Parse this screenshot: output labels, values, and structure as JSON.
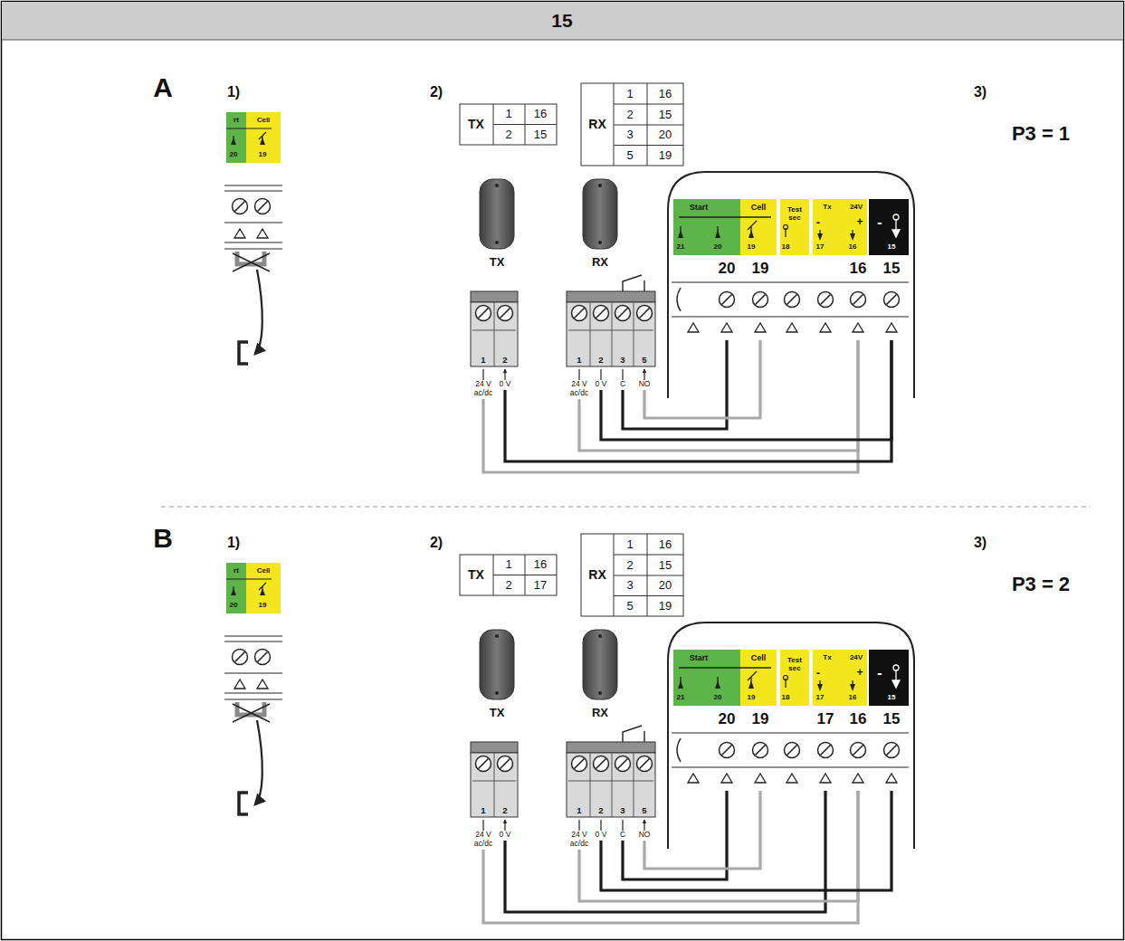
{
  "diagram": {
    "title": "15",
    "nodes": [
      {
        "text": [
          "1",
          "24 V ac/dc"
        ]
      },
      {
        "text": [
          "2",
          "0 V"
        ]
      },
      {
        "text": [
          "1",
          "24 V ac/dc"
        ]
      },
      {
        "text": [
          "2",
          "0 V"
        ]
      },
      {
        "text": [
          "3",
          "C"
        ]
      },
      {
        "text": [
          "5",
          "NO"
        ]
      },
      {
        "text": [
          "20"
        ]
      },
      {
        "text": [
          "19"
        ]
      },
      {
        "text": [
          "16"
        ]
      },
      {
        "text": [
          "15"
        ]
      },
      {
        "text": [
          "1",
          "24 V ac/dc"
        ]
      },
      {
        "text": [
          "2",
          "0 V"
        ]
      },
      {
        "text": [
          "1",
          "24 V ac/dc"
        ]
      },
      {
        "text": [
          "2",
          "0 V"
        ]
      },
      {
        "text": [
          "3",
          "C"
        ]
      },
      {
        "text": [
          "5",
          "NO"
        ]
      },
      {
        "text": [
          "20"
        ]
      },
      {
        "text": [
          "19"
        ]
      },
      {
        "text": [
          "17"
        ]
      },
      {
        "text": [
          "16"
        ]
      },
      {
        "text": [
          "15"
        ]
      }
    ],
    "edges": [
      {
        "from": 0,
        "to": 8,
        "arrow": "none"
      },
      {
        "from": 1,
        "to": 9,
        "arrow": "none"
      },
      {
        "from": 2,
        "to": 8,
        "arrow": "none"
      },
      {
        "from": 3,
        "to": 9,
        "arrow": "none"
      },
      {
        "from": 4,
        "to": 6,
        "arrow": "none"
      },
      {
        "from": 5,
        "to": 7,
        "arrow": "none"
      },
      {
        "from": 10,
        "to": 19,
        "arrow": "none"
      },
      {
        "from": 11,
        "to": 18,
        "arrow": "none"
      },
      {
        "from": 12,
        "to": 19,
        "arrow": "none"
      },
      {
        "from": 13,
        "to": 20,
        "arrow": "none"
      },
      {
        "from": 14,
        "to": 16,
        "arrow": "none"
      },
      {
        "from": 15,
        "to": 17,
        "arrow": "none"
      }
    ],
    "labels": [
      "A",
      "1)",
      "rt",
      "Cell",
      "20",
      "19",
      "2)",
      "TX",
      "1",
      "16",
      "2",
      "15",
      "RX",
      "1",
      "16",
      "2",
      "15",
      "3",
      "20",
      "5",
      "19",
      "TX",
      "RX",
      "Start",
      "Cell",
      "Test sec",
      "Tx",
      "24V",
      "21",
      "20",
      "19",
      "18",
      "17",
      "16",
      "15",
      "-",
      "+",
      "-",
      "3)",
      "P3 = 1",
      "B",
      "1)",
      "rt",
      "Cell",
      "20",
      "19",
      "2)",
      "TX",
      "1",
      "16",
      "2",
      "17",
      "RX",
      "1",
      "16",
      "2",
      "15",
      "3",
      "20",
      "5",
      "19",
      "TX",
      "RX",
      "Start",
      "Cell",
      "Test sec",
      "Tx",
      "24V",
      "21",
      "20",
      "19",
      "18",
      "17",
      "16",
      "15",
      "-",
      "+",
      "-",
      "3)",
      "P3 = 2"
    ]
  }
}
